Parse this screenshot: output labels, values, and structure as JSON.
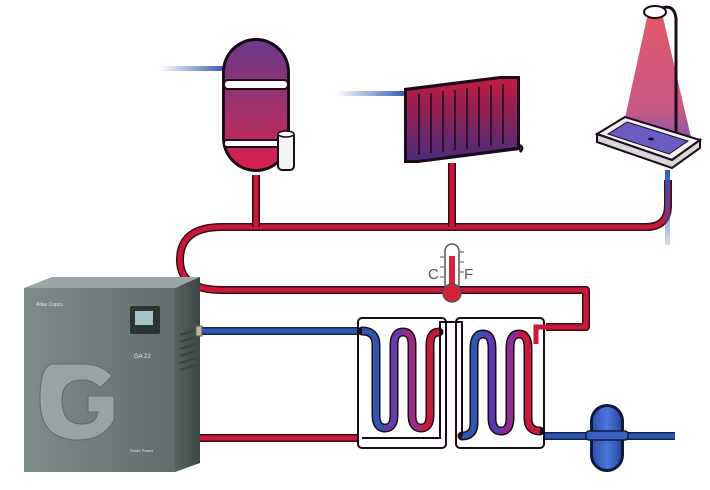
{
  "thermometer": {
    "celsius_label": "C",
    "fahrenheit_label": "F"
  },
  "compressor": {
    "brand": "Atlas Copco",
    "model": "GA 22",
    "logo_letter": "G",
    "badge": "Smart Power"
  },
  "colors": {
    "hot_pipe": "#c8193c",
    "cold_pipe": "#2f56b0",
    "pipe_outline": "#3a0d15",
    "cabinet": "#6f7e7e"
  },
  "icons": [
    "hot-water-tank-icon",
    "radiator-icon",
    "shower-icon",
    "thermometer-icon",
    "heat-exchanger-icon",
    "compressor-icon",
    "expansion-vessel-icon"
  ]
}
